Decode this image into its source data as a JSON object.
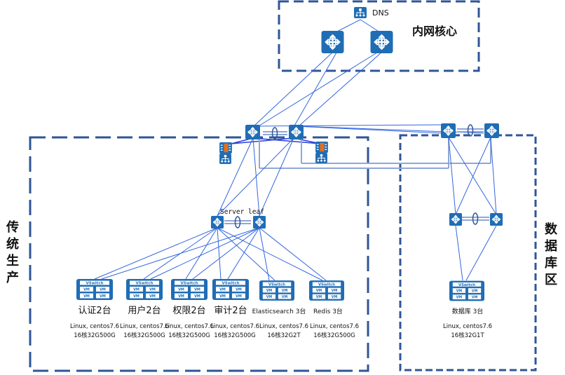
{
  "zones": {
    "core": {
      "label": "内网核心"
    },
    "traditional": {
      "label": "传统生产",
      "chars": [
        "传",
        "统",
        "生",
        "产"
      ]
    },
    "database": {
      "label": "数据库区",
      "chars": [
        "数",
        "据",
        "库",
        "区"
      ]
    }
  },
  "core": {
    "dns_label": "DNS"
  },
  "leaf": {
    "label": "Server leaf"
  },
  "colors": {
    "zone_border": "#2f5597",
    "device_fill": "#1f6db5",
    "link": "#3355dd",
    "link_light": "#8fa8d8"
  },
  "servers": [
    {
      "name": "认证2台",
      "os": "Linux, centos7.6",
      "spec": "16核32G500G",
      "vswitch": "VSwitch",
      "vm": "VM"
    },
    {
      "name": "用户2台",
      "os": "Linux, centos7.6",
      "spec": "16核32G500G",
      "vswitch": "VSwitch",
      "vm": "VM"
    },
    {
      "name": "权限2台",
      "os": "Linux, centos7.6",
      "spec": "16核32G500G",
      "vswitch": "VSwitch",
      "vm": "VM"
    },
    {
      "name": "审计2台",
      "os": "Linux, centos7.6",
      "spec": "16核32G500G",
      "vswitch": "VSwitch",
      "vm": "VM"
    },
    {
      "name": "Elasticsearch 3台",
      "os": "Linux, centos7.6",
      "spec": "16核32G2T",
      "vswitch": "VSwitch",
      "vm": "VM"
    },
    {
      "name": "Redis 3台",
      "os": "Linux, centos7.6",
      "spec": "16核32G500G",
      "vswitch": "VSwitch",
      "vm": "VM"
    }
  ],
  "db_server": {
    "name": "数据库 3台",
    "os": "Linux, centos7.6",
    "spec": "16核32G1T",
    "vswitch": "VSwitch",
    "vm": "VM"
  }
}
